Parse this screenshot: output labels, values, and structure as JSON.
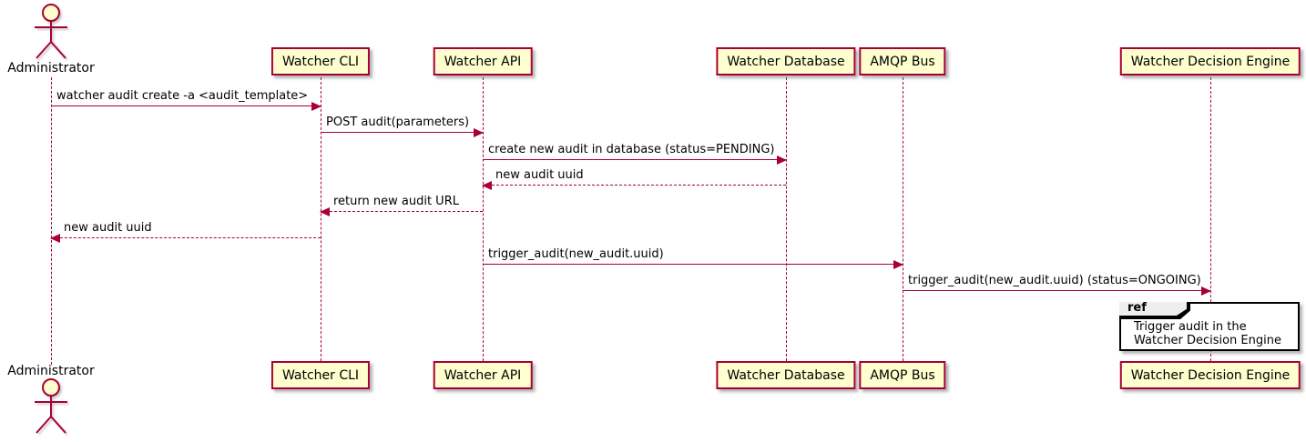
{
  "diagram": {
    "type": "sequence",
    "actor": {
      "name": "Administrator"
    },
    "participants": [
      {
        "name": "Watcher CLI"
      },
      {
        "name": "Watcher API"
      },
      {
        "name": "Watcher Database"
      },
      {
        "name": "AMQP Bus"
      },
      {
        "name": "Watcher Decision Engine"
      }
    ],
    "messages": [
      {
        "from": "Administrator",
        "to": "Watcher CLI",
        "label": "watcher audit create -a <audit_template>",
        "line": "solid",
        "direction": "right"
      },
      {
        "from": "Watcher CLI",
        "to": "Watcher API",
        "label": "POST audit(parameters)",
        "line": "solid",
        "direction": "right"
      },
      {
        "from": "Watcher API",
        "to": "Watcher Database",
        "label": "create new audit in database (status=PENDING)",
        "line": "solid",
        "direction": "right"
      },
      {
        "from": "Watcher Database",
        "to": "Watcher API",
        "label": "new audit uuid",
        "line": "dashed",
        "direction": "left"
      },
      {
        "from": "Watcher API",
        "to": "Watcher CLI",
        "label": "return new audit URL",
        "line": "dashed",
        "direction": "left"
      },
      {
        "from": "Watcher CLI",
        "to": "Administrator",
        "label": "new audit uuid",
        "line": "dashed",
        "direction": "left"
      },
      {
        "from": "Watcher API",
        "to": "AMQP Bus",
        "label": "trigger_audit(new_audit.uuid)",
        "line": "solid",
        "direction": "right"
      },
      {
        "from": "AMQP Bus",
        "to": "Watcher Decision Engine",
        "label": "trigger_audit(new_audit.uuid) (status=ONGOING)",
        "line": "solid",
        "direction": "right"
      }
    ],
    "ref": {
      "keyword": "ref",
      "line1": "Trigger audit in the",
      "line2": "Watcher Decision Engine"
    },
    "colors": {
      "participant_fill": "#FEFECE",
      "stroke": "#A80036",
      "text": "#000000",
      "ref_border": "#000000",
      "ref_header_fill": "#EEEEEE",
      "background": "#FFFFFF"
    }
  }
}
